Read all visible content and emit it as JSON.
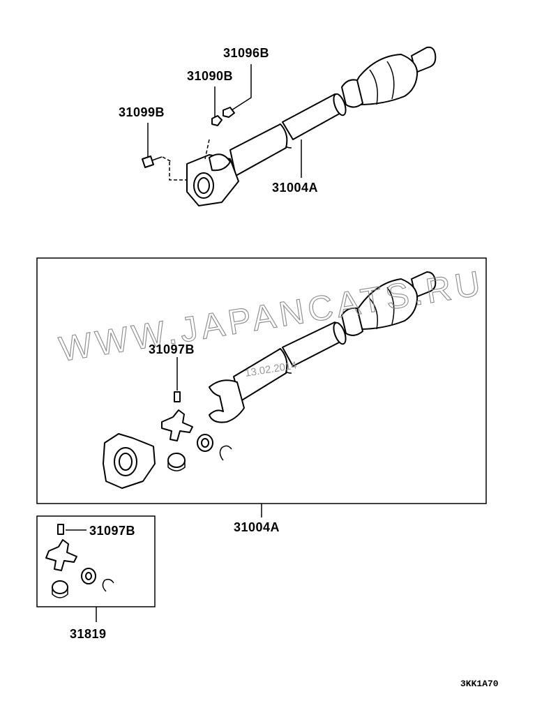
{
  "diagram": {
    "labels": {
      "part_31096B": "31096B",
      "part_31090B": "31090B",
      "part_31099B": "31099B",
      "part_31004A_top": "31004A",
      "part_31097B_box": "31097B",
      "part_31004A_box": "31004A",
      "part_31097B_kit": "31097B",
      "part_31819": "31819"
    },
    "diagram_code": "3KK1A70",
    "watermark": "WWW.JAPANCATS.RU",
    "watermark_date": "13.02.2014"
  }
}
